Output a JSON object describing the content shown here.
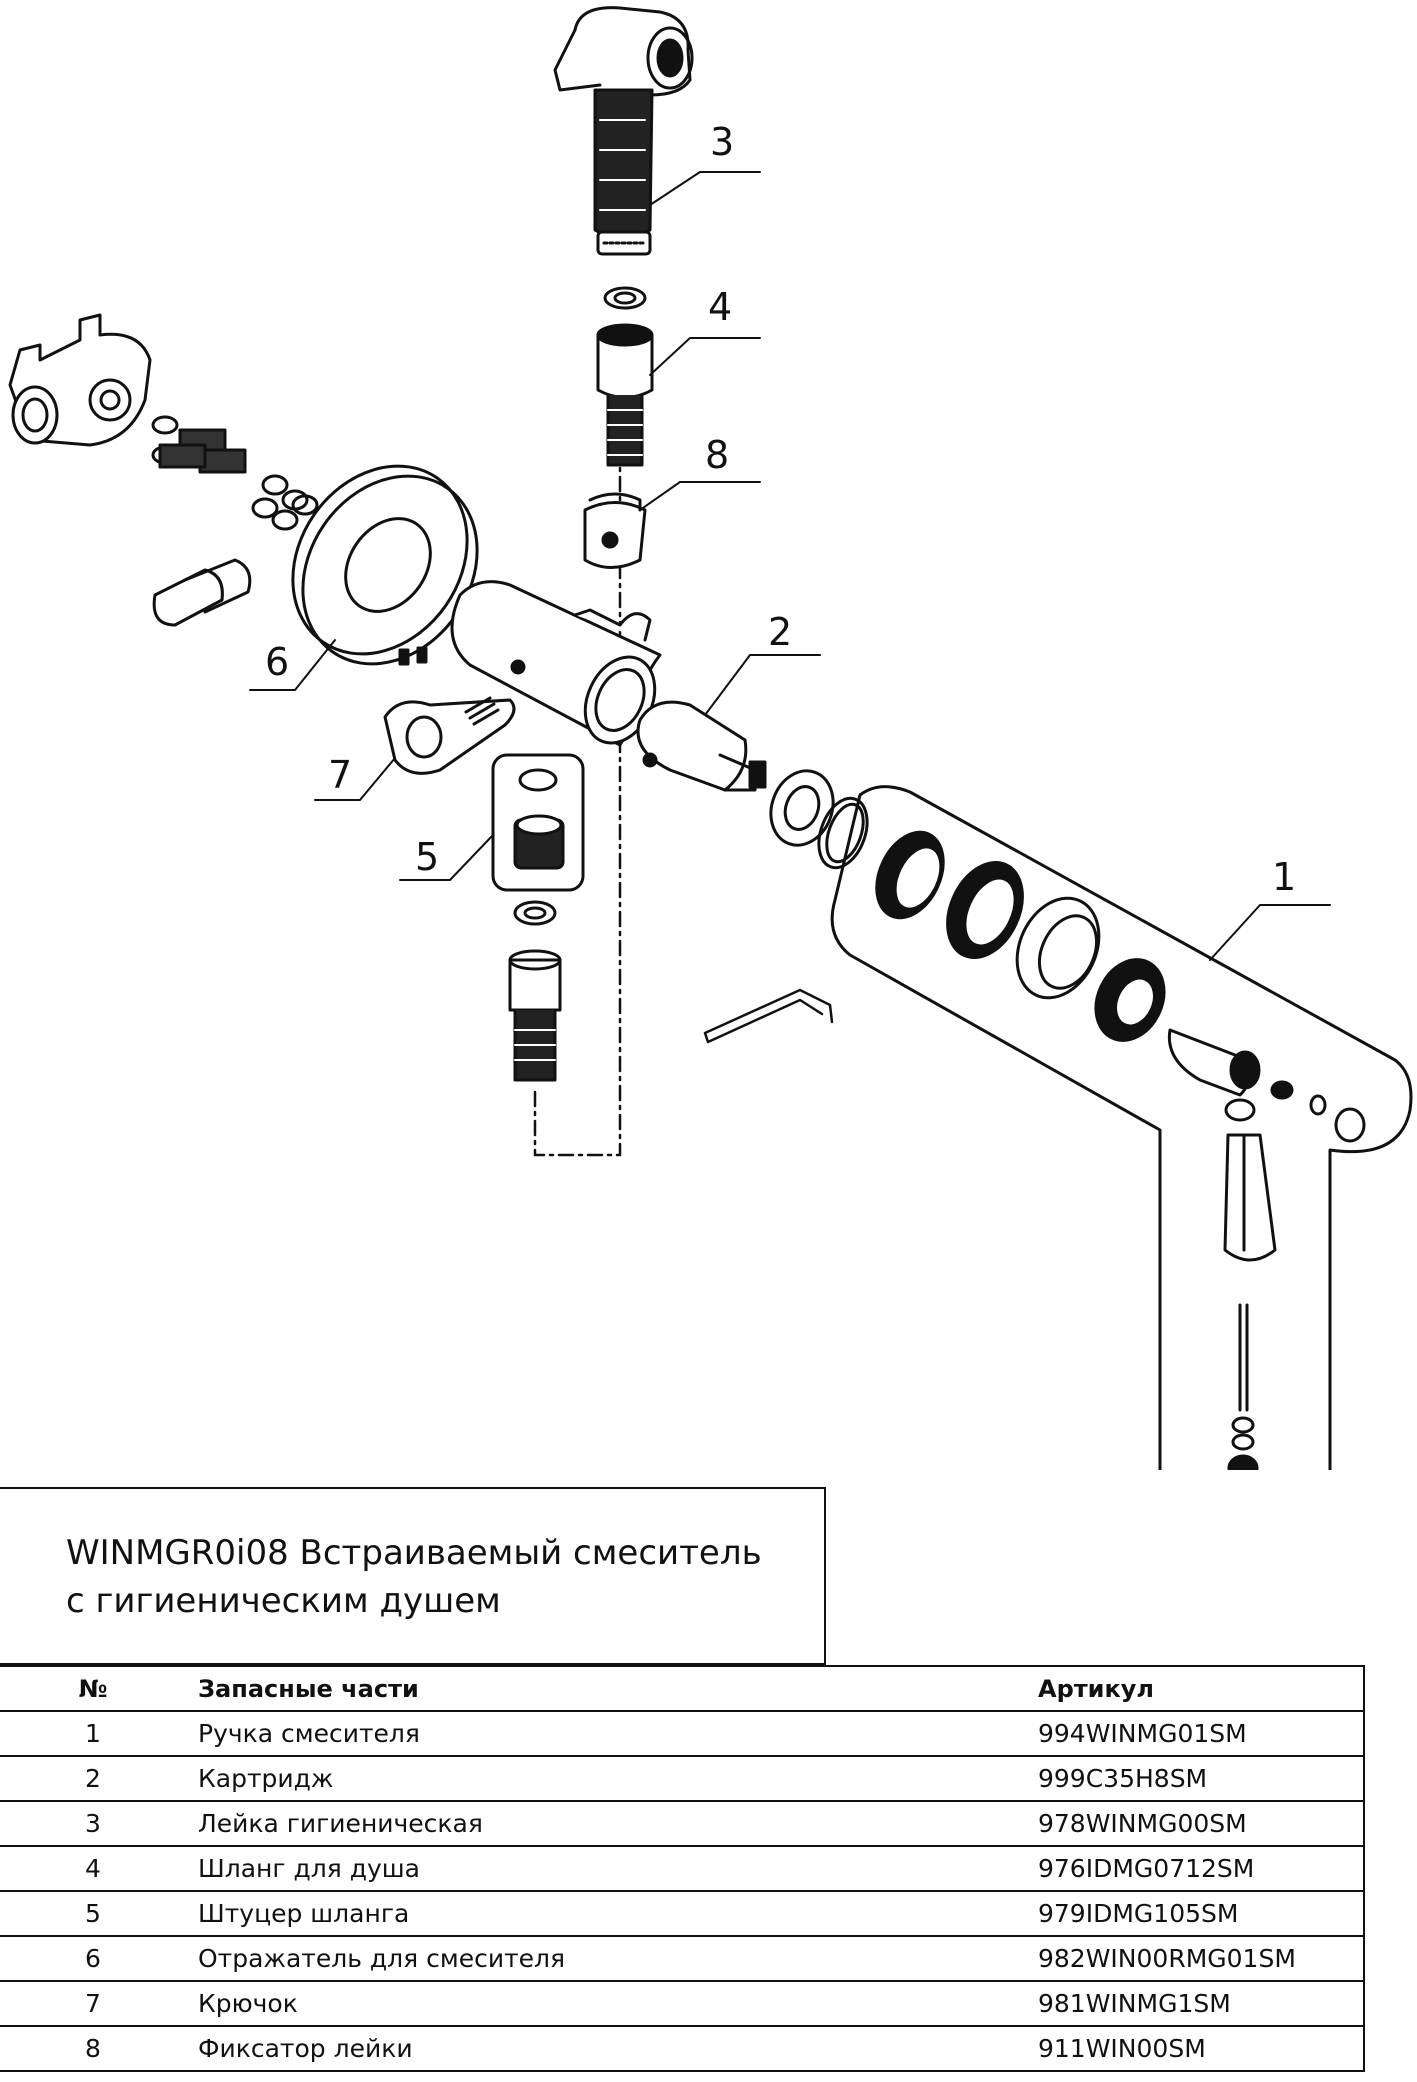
{
  "callouts": [
    "1",
    "2",
    "3",
    "4",
    "5",
    "6",
    "7",
    "8"
  ],
  "title": {
    "line1": "WINMGR0i08 Встраиваемый смеситель",
    "line2": "с гигиеническим душем"
  },
  "table": {
    "headers": [
      "№",
      "Запасные части",
      "Артикул"
    ],
    "rows": [
      {
        "n": "1",
        "name": "Ручка смесителя",
        "article": "994WINMG01SM"
      },
      {
        "n": "2",
        "name": "Картридж",
        "article": "999C35H8SM"
      },
      {
        "n": "3",
        "name": "Лейка гигиеническая",
        "article": "978WINMG00SM"
      },
      {
        "n": "4",
        "name": "Шланг для душа",
        "article": "976IDMG0712SM"
      },
      {
        "n": "5",
        "name": "Штуцер шланга",
        "article": "979IDMG105SM"
      },
      {
        "n": "6",
        "name": "Отражатель для смесителя",
        "article": "982WIN00RMG01SM"
      },
      {
        "n": "7",
        "name": "Крючок",
        "article": "981WINMG1SM"
      },
      {
        "n": "8",
        "name": "Фиксатор лейки",
        "article": "911WIN00SM"
      }
    ]
  }
}
